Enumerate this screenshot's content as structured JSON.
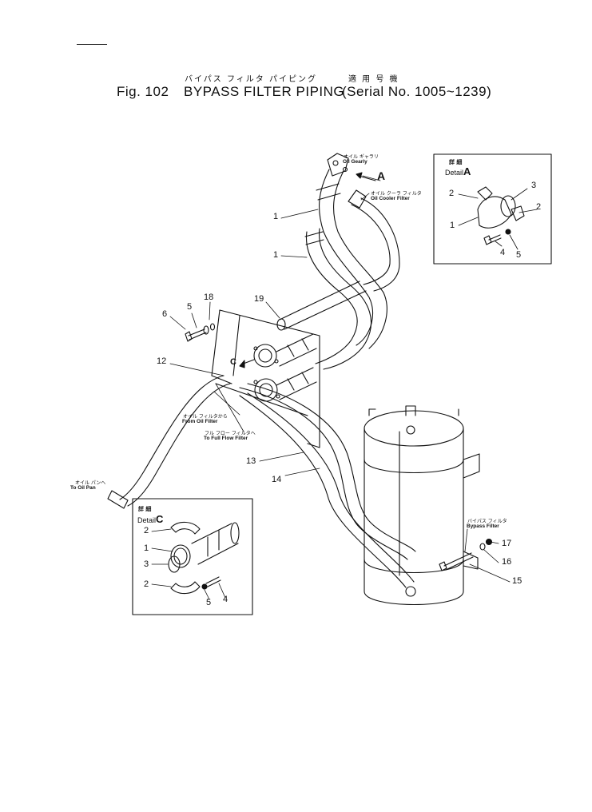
{
  "header": {
    "title_jp": "バイパス フィルタ パイピング",
    "serial_jp": "適 用 号 機",
    "fig_label": "Fig. 102",
    "title_en": "BYPASS FILTER PIPING",
    "serial_en": "(Serial No. 1005~1239)"
  },
  "labels": {
    "oil_gearly_jp": "オイル ギャラリ",
    "oil_gearly_en": "Oil Gearly",
    "arrow_a": "A",
    "oil_cooler_jp": "オイル クーラ フィルタ",
    "oil_cooler_en": "Oil Cooler Filter",
    "arrow_c": "C",
    "from_oil_filter_jp": "オイル フィルタから",
    "from_oil_filter_en": "From Oil Filter",
    "full_flow_jp": "フル フロー フィルタへ",
    "full_flow_en": "To Full Flow Filter",
    "oil_pan_jp": "オイル パンへ",
    "oil_pan_en": "To Oil Pan",
    "bypass_filter_jp": "バイパス フィルタ",
    "bypass_filter_en": "Bypass Filter"
  },
  "detail_a": {
    "title_jp": "詳 細",
    "title_en": "Detail",
    "letter": "A",
    "callouts": [
      "2",
      "3",
      "2",
      "1",
      "4",
      "5"
    ]
  },
  "detail_c": {
    "title_jp": "詳 細",
    "title_en": "Detail",
    "letter": "C",
    "callouts": [
      "2",
      "1",
      "3",
      "2",
      "5",
      "4"
    ]
  },
  "callouts": {
    "p1a": "1",
    "p1b": "1",
    "p18": "18",
    "p5": "5",
    "p6": "6",
    "p19": "19",
    "p12": "12",
    "p13": "13",
    "p14": "14",
    "p17": "17",
    "p16": "16",
    "p15": "15"
  }
}
